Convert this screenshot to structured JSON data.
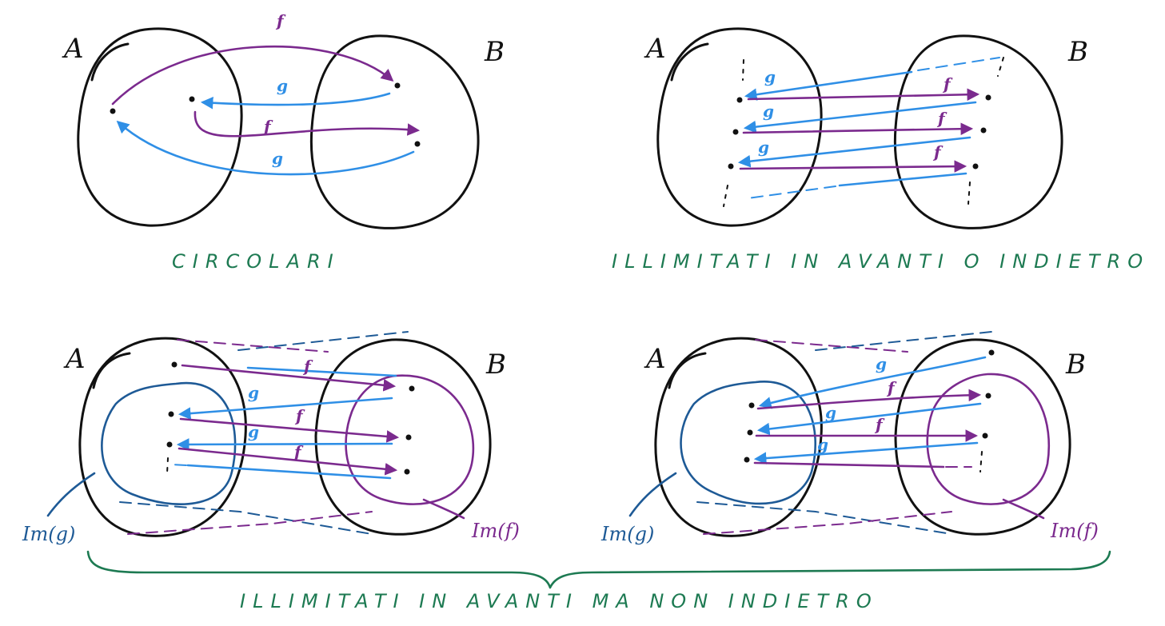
{
  "diagrams": [
    {
      "set_a": "A",
      "set_b": "B",
      "caption": "CIRCOLARI",
      "f_labels": [
        "f",
        "f"
      ],
      "g_labels": [
        "g",
        "g"
      ]
    },
    {
      "set_a": "A",
      "set_b": "B",
      "caption": "ILLIMITATI IN AVANTI O INDIETRO",
      "f_labels": [
        "f",
        "f",
        "f"
      ],
      "g_labels": [
        "g",
        "g",
        "g"
      ]
    },
    {
      "set_a": "A",
      "set_b": "B",
      "f_labels": [
        "f",
        "f",
        "f"
      ],
      "g_labels": [
        "g",
        "g"
      ],
      "image_g": "Im(g)",
      "image_f": "Im(f)"
    },
    {
      "set_a": "A",
      "set_b": "B",
      "f_labels": [
        "f",
        "f"
      ],
      "g_labels": [
        "g",
        "g",
        "g"
      ],
      "image_g": "Im(g)",
      "image_f": "Im(f)"
    }
  ],
  "bottom_caption": "ILLIMITATI IN AVANTI MA NON INDIETRO",
  "colors": {
    "f": "#7b2a8e",
    "g": "#2f8fe6",
    "image_g": "#1e5a96",
    "caption": "#1d7a52",
    "outline": "#111111"
  }
}
